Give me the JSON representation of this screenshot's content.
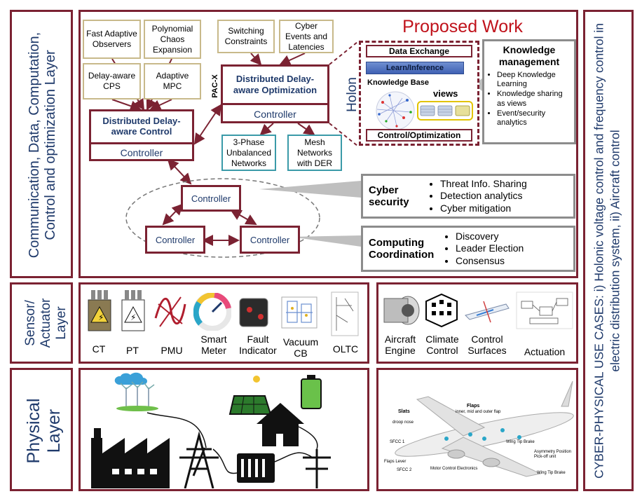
{
  "layers": {
    "communication": "Communication, Data, Computation, Control and optimization Layer",
    "sensor": "Sensor/ Actuator Layer",
    "physical": "Physical Layer",
    "use_cases": "CYBER-PHYSICAL USE CASES: i) Holonic voltage control and frequency control in electric distribution system, ii) Aircraft control"
  },
  "proposed_work": "Proposed Work",
  "top_boxes": {
    "fast_adaptive": "Fast Adaptive Observers",
    "polynomial_chaos": "Polynomial Chaos Expansion",
    "switching": "Switching Constraints",
    "cyber_events": "Cyber Events and Latencies",
    "delay_aware_cps": "Delay-aware CPS",
    "adaptive_mpc": "Adaptive MPC"
  },
  "distributed_control": {
    "title": "Distributed Delay-aware Control",
    "controller": "Controller"
  },
  "distributed_opt": {
    "title": "Distributed Delay-aware Optimization",
    "controller": "Controller",
    "pac": "PAC-X"
  },
  "networks": {
    "three_phase": "3-Phase Unbalanced Networks",
    "mesh": "Mesh Networks with DER"
  },
  "holon": {
    "label": "Holon",
    "data_exchange": "Data Exchange",
    "learn": "Learn/Inference",
    "kb": "Knowledge Base",
    "views": "views",
    "control_opt": "Control/Optimization"
  },
  "knowledge": {
    "title": "Knowledge management",
    "items": [
      "Deep Knowledge Learning",
      "Knowledge sharing as views",
      "Event/security analytics"
    ]
  },
  "cluster": {
    "c1": "Controller",
    "c2": "Controller",
    "c3": "Controller"
  },
  "cyber_security": {
    "title": "Cyber security",
    "items": [
      "Threat Info. Sharing",
      "Detection analytics",
      "Cyber mitigation"
    ]
  },
  "computing": {
    "title": "Computing Coordination",
    "items": [
      "Discovery",
      "Leader Election",
      "Consensus"
    ]
  },
  "sensors": {
    "ct": "CT",
    "pt": "PT",
    "pmu": "PMU",
    "smart_meter": "Smart Meter",
    "fault": "Fault Indicator",
    "vacuum": "Vacuum CB",
    "oltc": "OLTC"
  },
  "aircraft_items": {
    "engine": "Aircraft Engine",
    "climate": "Climate Control",
    "surfaces": "Control Surfaces",
    "actuation": "Actuation"
  },
  "aircraft_labels": {
    "slats": "Slats",
    "droop": "droop nose",
    "flaps": "Flaps",
    "flaps_sub": "inner, mid and outer flap",
    "sfcc1": "SFCC 1",
    "sfcc2": "SFCC 2",
    "flaps_lever": "Flaps Lever",
    "motor": "Motor Control Electronics",
    "wtb1": "Wing Tip Brake",
    "wtb2": "Wing Tip Brake",
    "asym": "Asymmetry Position Pick-off unit"
  },
  "colors": {
    "maroon": "#7b2232",
    "navy": "#1f3a6b",
    "red": "#c0121b",
    "teal": "#3a9aa8",
    "tan": "#c8b98a"
  }
}
